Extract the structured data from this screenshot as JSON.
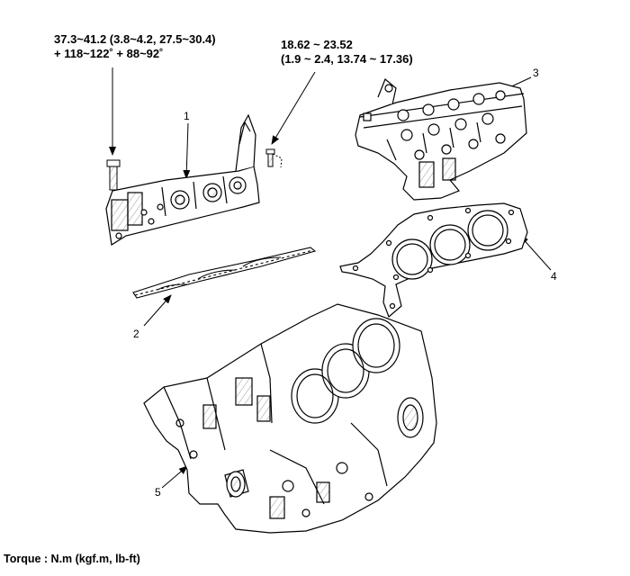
{
  "torque_left": {
    "line1": "37.3~41.2 (3.8~4.2, 27.5~30.4)",
    "line2": "+ 118~122˚ + 88~92˚"
  },
  "torque_right": {
    "line1": "18.62 ~ 23.52",
    "line2": "(1.9 ~ 2.4, 13.74 ~ 17.36)"
  },
  "callouts": [
    "1",
    "2",
    "3",
    "4",
    "5"
  ],
  "footer": "Torque : N.m (kgf.m, lb-ft)"
}
